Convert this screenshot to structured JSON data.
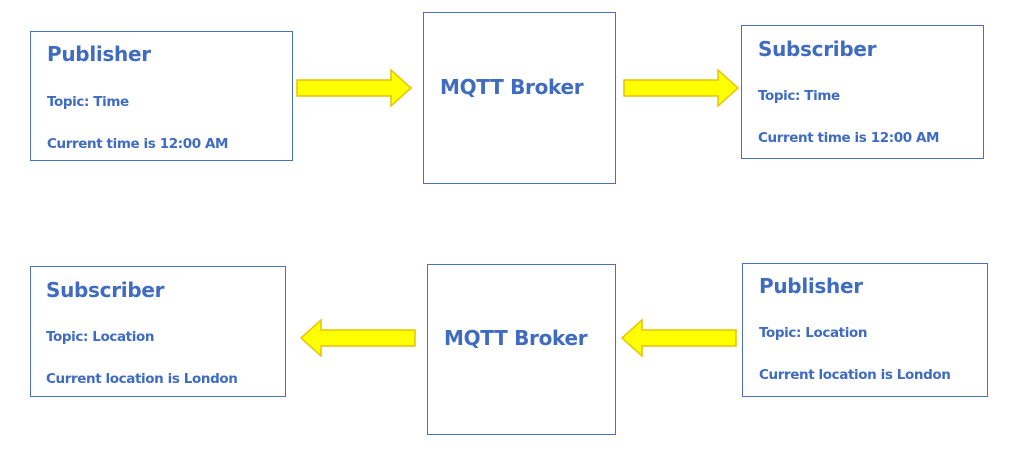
{
  "colors": {
    "text": "#3f6cc0",
    "box_border": "#4a72b4",
    "arrow_fill": "#ffff00",
    "arrow_stroke": "#e6c200"
  },
  "row1": {
    "publisher": {
      "title": "Publisher",
      "topic": "Topic: Time",
      "message": "Current time is 12:00 AM"
    },
    "broker": {
      "label": "MQTT Broker"
    },
    "subscriber": {
      "title": "Subscriber",
      "topic": "Topic: Time",
      "message": "Current time is 12:00 AM"
    }
  },
  "row2": {
    "subscriber": {
      "title": "Subscriber",
      "topic": "Topic: Location",
      "message": "Current location is  London"
    },
    "broker": {
      "label": "MQTT Broker"
    },
    "publisher": {
      "title": "Publisher",
      "topic": "Topic: Location",
      "message": "Current location is London"
    }
  }
}
